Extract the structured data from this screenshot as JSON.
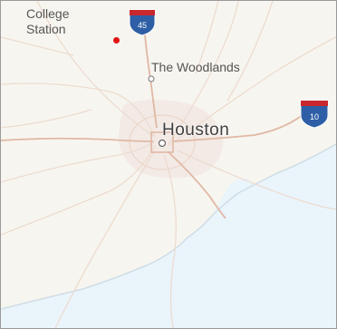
{
  "map": {
    "places": {
      "college_station": "College\nStation",
      "the_woodlands": "The Woodlands",
      "houston": "Houston"
    },
    "shields": {
      "i45": "45",
      "i10": "10"
    },
    "marker_color": "#e11414",
    "colors": {
      "land": "#f7f5ef",
      "water": "#eaf4fb",
      "highway": "#e0b8a4",
      "minor_road": "#ecdcd0",
      "urban": "#f1e7e2",
      "shield_blue": "#2e5fa6",
      "shield_red": "#c8282e"
    }
  }
}
